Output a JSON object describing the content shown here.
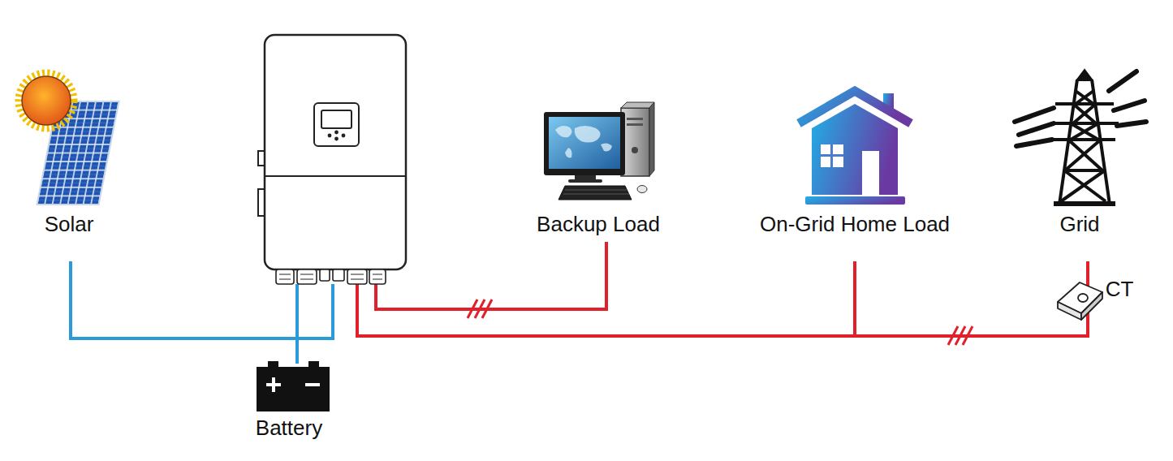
{
  "diagram": {
    "labels": [
      "Solar",
      "Backup Load",
      "On-Grid Home Load",
      "Grid",
      "CT",
      "Battery"
    ]
  }
}
